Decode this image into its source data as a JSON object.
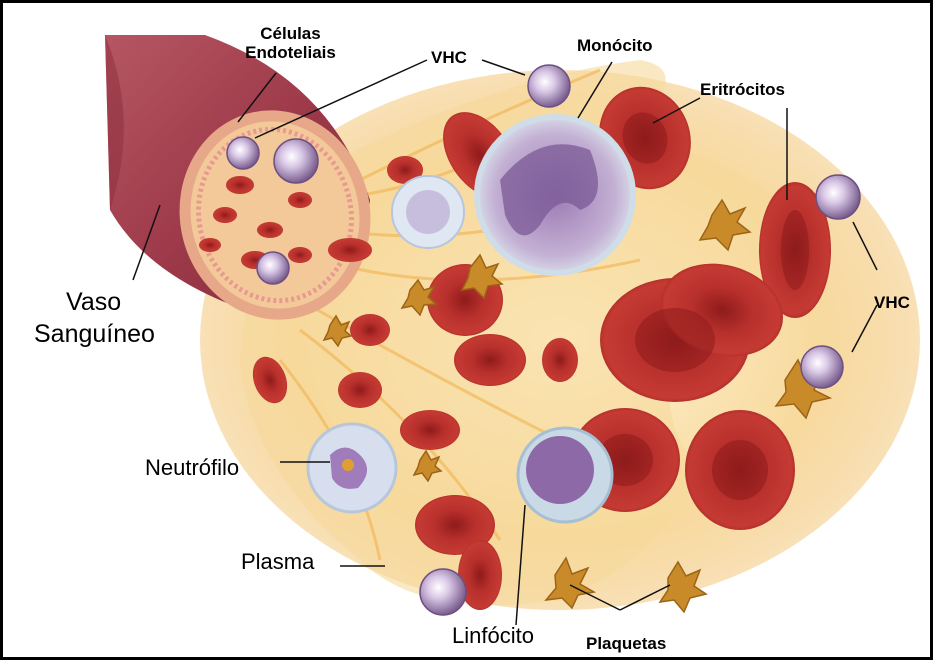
{
  "labels": {
    "celulas_endoteliais_line1": "Células",
    "celulas_endoteliais_line2": "Endoteliais",
    "vhc_top": "VHC",
    "monocito": "Monócito",
    "eritrocitos": "Eritrócitos",
    "vhc_right": "VHC",
    "vaso_line1": "Vaso",
    "vaso_line2": "Sanguíneo",
    "neutrofilo": "Neutrófilo",
    "plasma": "Plasma",
    "linfocito": "Linfócito",
    "plaquetas": "Plaquetas"
  },
  "colors": {
    "vessel": "#a0404f",
    "erythrocyte": "#b82a28",
    "plasma": "#f4c77a",
    "virus": "#9a7fa8",
    "monocyte": "#b59bc6",
    "platelet": "#c98a2a",
    "frame": "#000000"
  }
}
